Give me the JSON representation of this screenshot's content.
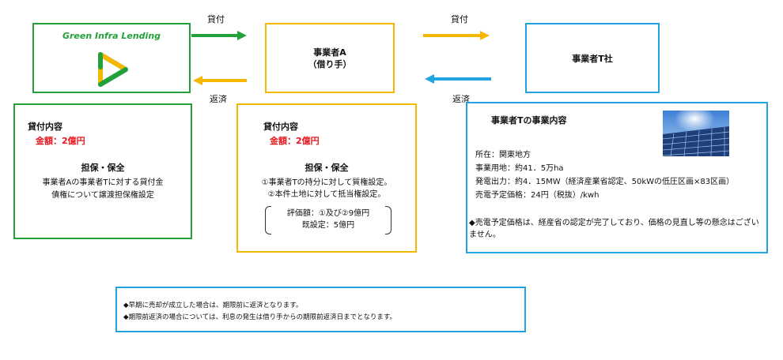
{
  "lender": {
    "name": "Green Infra Lending"
  },
  "borrower": {
    "line1": "事業者A",
    "line2": "（借り手）"
  },
  "company_t": {
    "name": "事業者T社"
  },
  "flows": {
    "lend_left": "貸付",
    "lend_right": "貸付",
    "repay_left": "返済",
    "repay_right": "返済"
  },
  "card1": {
    "title": "貸付内容",
    "amount": "金額：2億円",
    "subtitle": "担保・保全",
    "line1": "事業者Aの事業者Tに対する貸付金",
    "line2": "債権について譲渡担保権設定"
  },
  "card2": {
    "title": "貸付内容",
    "amount": "金額：2億円",
    "subtitle": "担保・保全",
    "line1": "①事業者Tの持分に対して質権設定。",
    "line2": "②本件土地に対して抵当権設定。",
    "eval1": "評価額：①及び②9億円",
    "eval2": "既設定：5億円"
  },
  "card3": {
    "title": "事業者Tの事業内容",
    "location": "所在：関東地方",
    "land": "事業用地：約41．5万ha",
    "output": "発電出力：約4．15MW（経済産業省認定、50kWの低圧区画×83区画）",
    "price": "売電予定価格：24円（税抜）/kwh",
    "note": "◆売電予定価格は、経産省の認定が完了しており、価格の見直し等の懸念はございません。"
  },
  "notes": {
    "line1": "◆早期に売却が成立した場合は、期限前に返済となります。",
    "line2": "◆期限前返済の場合については、利息の発生は借り手からの期限前返済日までとなります。"
  },
  "colors": {
    "green": "#22a13a",
    "yellow": "#f5b800",
    "blue": "#21a4e0",
    "red": "#e8141c"
  }
}
